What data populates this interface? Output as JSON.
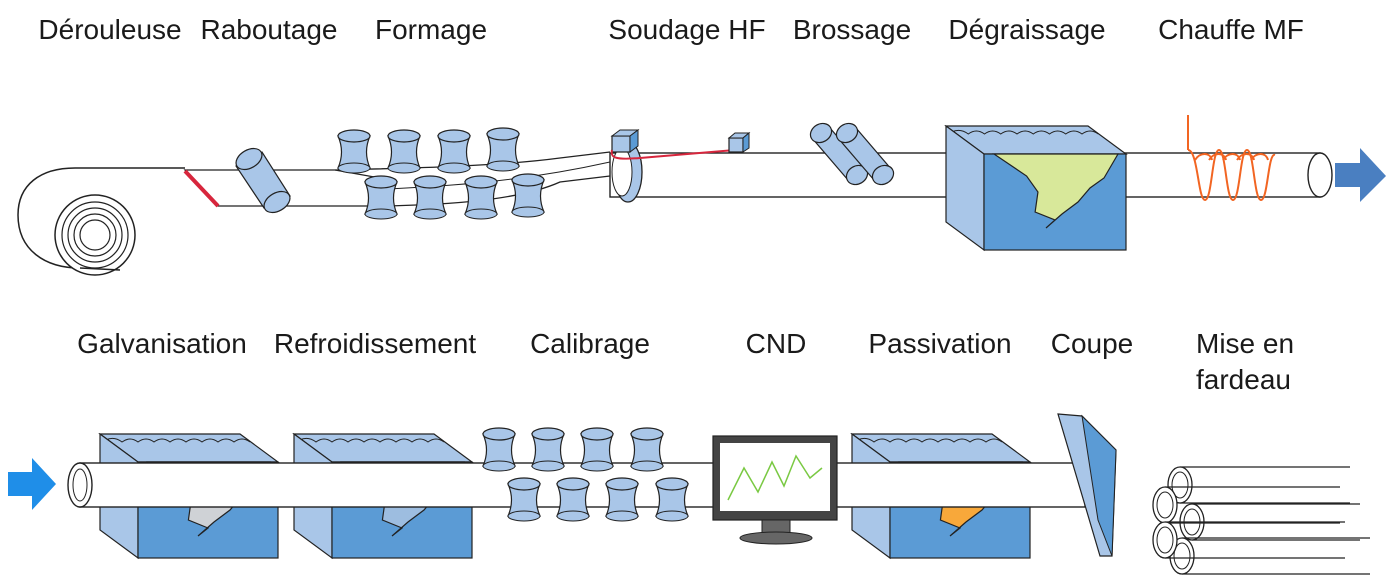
{
  "process_top": [
    {
      "label": "Dérouleuse"
    },
    {
      "label": "Raboutage"
    },
    {
      "label": "Formage"
    },
    {
      "label": "Soudage HF"
    },
    {
      "label": "Brossage"
    },
    {
      "label": "Dégraissage"
    },
    {
      "label": "Chauffe MF"
    }
  ],
  "process_bottom": [
    {
      "label": "Galvanisation"
    },
    {
      "label": "Refroidissement"
    },
    {
      "label": "Calibrage"
    },
    {
      "label": "CND"
    },
    {
      "label": "Passivation"
    },
    {
      "label": "Coupe"
    },
    {
      "label": "Mise en",
      "label2": "fardeau"
    }
  ],
  "colors": {
    "tank_blue": "#5b9bd5",
    "tank_light": "#a9c6e8",
    "roller_blue": "#a9c6e8",
    "degreasing_liquid": "#d8e89a",
    "galvanisation_liquid": "#cfd2d6",
    "refroidissement_liquid": "#9dbde0",
    "passivation_liquid": "#f8a83a",
    "coil_orange": "#f26522",
    "arrow_blue": "#4a7fc1",
    "arrow_inlet": "#1f8ee8",
    "weld_red": "#d7263d",
    "cnd_signal": "#7ac943"
  }
}
